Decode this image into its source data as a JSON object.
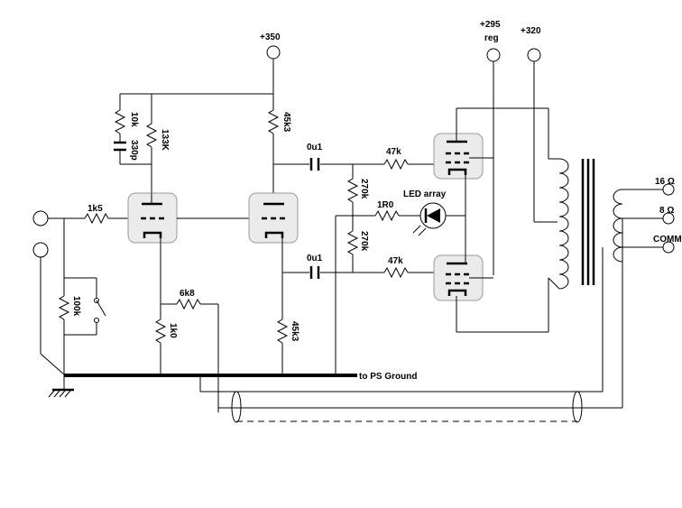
{
  "supplies": {
    "b_plus_350": "+350",
    "b_plus_295": "+295",
    "b_plus_295_note": "reg",
    "b_plus_320": "+320"
  },
  "resistors": {
    "r_input": "1k5",
    "r_grid_leak": "100k",
    "r_plate_1": "10k",
    "r_divider": "133K",
    "r_plate_2": "45k3",
    "r_cathode_2": "45k3",
    "r_feedback": "6k8",
    "r_cathode_1": "1k0",
    "r_bias_top": "270k",
    "r_bias_bottom": "270k",
    "r_led": "1R0",
    "r_stopper_top": "47k",
    "r_stopper_bottom": "47k"
  },
  "capacitors": {
    "c_snubber": "330p",
    "c_coupling_top": "0u1",
    "c_coupling_bottom": "0u1"
  },
  "labels": {
    "led_array": "LED array",
    "ground_note": "to PS Ground"
  },
  "outputs": {
    "tap_16": "16 Ω",
    "tap_8": "8 Ω",
    "tap_com": "COMM"
  },
  "icons": [
    "ground-symbol-icon",
    "led-diode-icon",
    "output-transformer-icon"
  ]
}
